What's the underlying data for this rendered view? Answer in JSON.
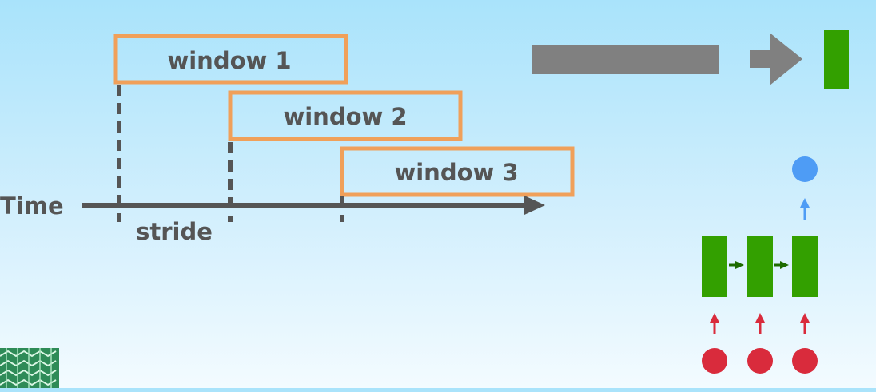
{
  "diagram": {
    "windows": [
      {
        "label": "window 1"
      },
      {
        "label": "window 2"
      },
      {
        "label": "window 3"
      }
    ],
    "axis_label": "Time",
    "stride_label": "stride",
    "colors": {
      "window_border": "#f0a05a",
      "text": "#555555",
      "axis": "#555555",
      "block_gray": "#808080",
      "block_green": "#33a000",
      "input_red": "#d92b3c",
      "output_blue": "#4e9cf5",
      "arrow_red": "#d92b3c",
      "arrow_blue": "#4e9cf5"
    },
    "rnn": {
      "cells": 3,
      "inputs": 3,
      "outputs": 1
    }
  }
}
